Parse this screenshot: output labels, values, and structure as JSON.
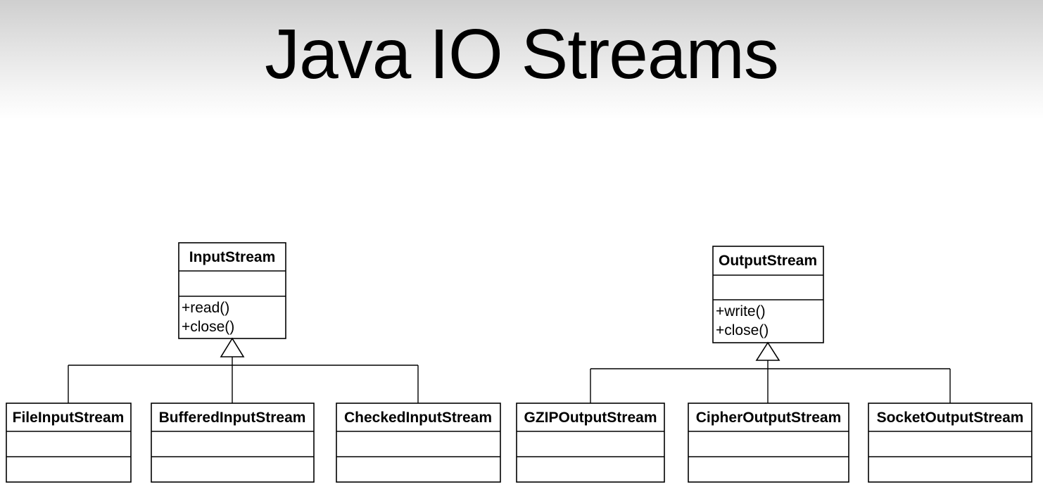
{
  "title": "Java IO Streams",
  "input": {
    "parent": {
      "name": "InputStream",
      "operations": [
        "+read()",
        "+close()"
      ]
    },
    "children": [
      "FileInputStream",
      "BufferedInputStream",
      "CheckedInputStream"
    ]
  },
  "output": {
    "parent": {
      "name": "OutputStream",
      "operations": [
        "+write()",
        "+close()"
      ]
    },
    "children": [
      "GZIPOutputStream",
      "CipherOutputStream",
      "SocketOutputStream"
    ]
  }
}
